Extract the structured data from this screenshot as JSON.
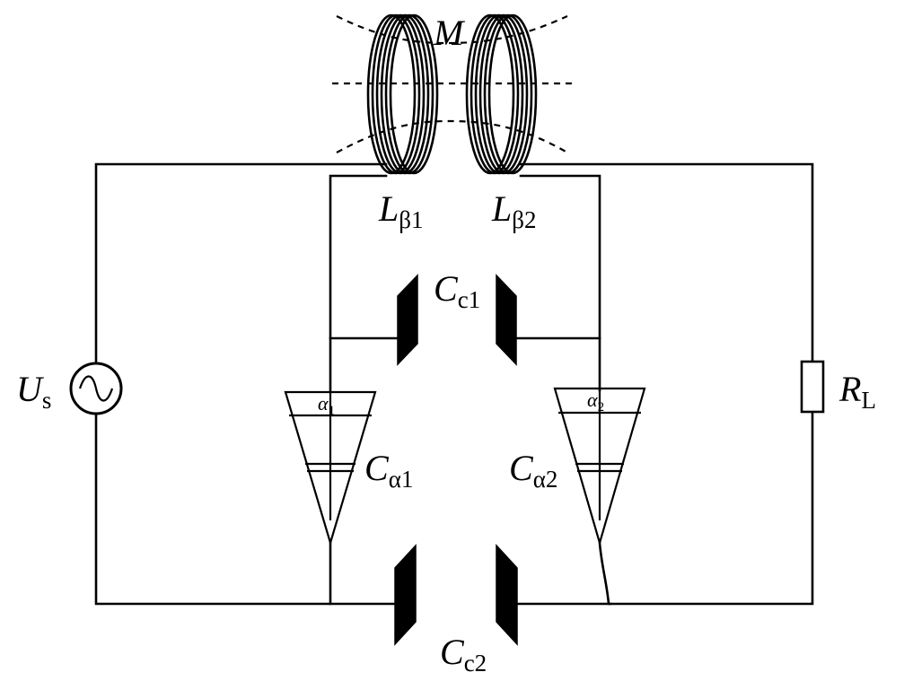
{
  "labels": {
    "source": {
      "main": "U",
      "sub": "s"
    },
    "mutual": {
      "main": "M"
    },
    "inductor1": {
      "main": "L",
      "sub": "β1"
    },
    "inductor2": {
      "main": "L",
      "sub": "β2"
    },
    "cap_c1": {
      "main": "C",
      "sub": "c1"
    },
    "cap_c2": {
      "main": "C",
      "sub": "c2"
    },
    "cap_a1": {
      "main": "C",
      "sub": "α1"
    },
    "cap_a2": {
      "main": "C",
      "sub": "α2"
    },
    "angle1": {
      "main": "α",
      "sub": "1"
    },
    "angle2": {
      "main": "α",
      "sub": "2"
    },
    "load": {
      "main": "R",
      "sub": "L"
    }
  },
  "icons": {
    "source": "ac-source-icon",
    "inductors": "coil-icon",
    "capacitors": "capacitor-plate-icon",
    "trimmers": "variable-capacitor-icon",
    "load": "resistor-icon"
  }
}
